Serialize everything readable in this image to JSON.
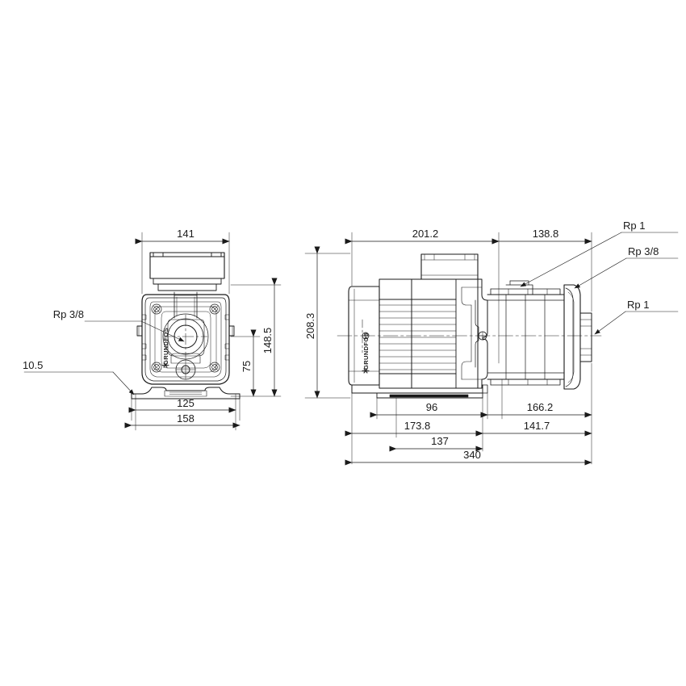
{
  "drawing": {
    "title": "Grundfos horizontal multistage pump dimensional drawing",
    "background_color": "#ffffff",
    "line_color": "#1a1a1a",
    "brand": "GRUNDFOS"
  },
  "front_view": {
    "name": "front-view",
    "dimensions": {
      "overall_width": "141",
      "overall_height": "148.5",
      "shaft_height": "75",
      "foot_hole_spacing": "125",
      "foot_width": "158"
    },
    "labels": {
      "port": "Rp 3/8",
      "foot_height": "10.5"
    }
  },
  "side_view": {
    "name": "side-view",
    "dimensions": {
      "motor_length": "201.2",
      "pump_length": "138.8",
      "overall_height": "208.3",
      "foot_slot": "96",
      "suction_to_end": "166.2",
      "motor_to_foot": "173.8",
      "discharge_to_end": "141.7",
      "foot_span": "137",
      "overall_length": "340"
    },
    "labels": {
      "top_port": "Rp 1",
      "drain_port": "Rp 3/8",
      "side_port": "Rp 1"
    },
    "brand_text": "GRUNDFOS"
  }
}
